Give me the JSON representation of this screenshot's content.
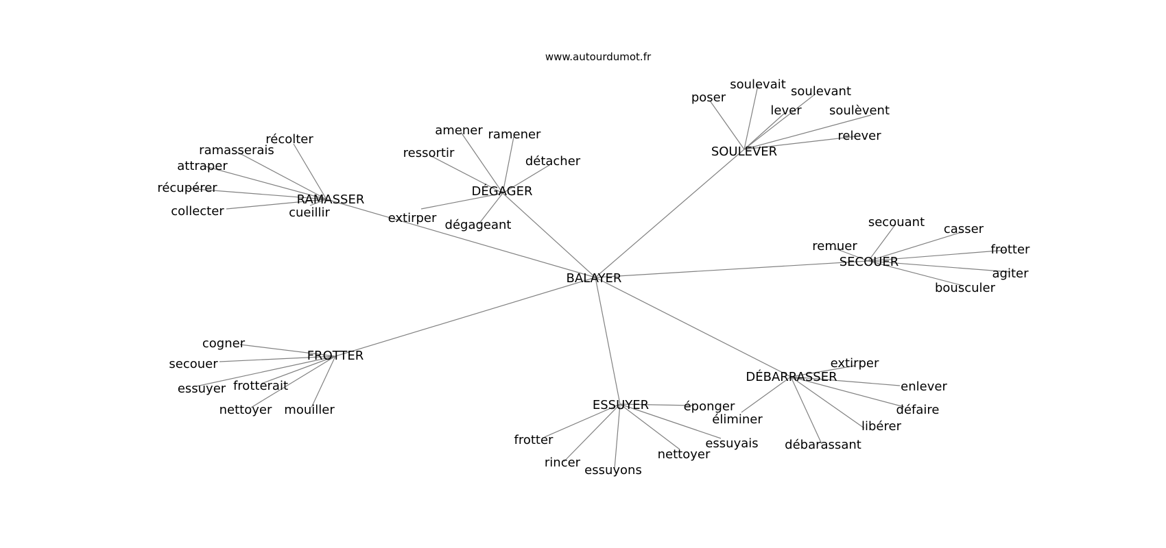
{
  "site": "www.autourdumot.fr",
  "root": "BALAYER",
  "groups": [
    {
      "hub": "RAMASSER",
      "words": [
        "récolter",
        "ramasserais",
        "attraper",
        "récupérer",
        "collecter",
        "cueillir"
      ]
    },
    {
      "hub": "DÉGAGER",
      "words": [
        "amener",
        "ramener",
        "ressortir",
        "détacher",
        "extirper",
        "dégageant"
      ]
    },
    {
      "hub": "SOULEVER",
      "words": [
        "poser",
        "soulevait",
        "soulevant",
        "lever",
        "soulèvent",
        "relever"
      ]
    },
    {
      "hub": "SECOUER",
      "words": [
        "secouant",
        "casser",
        "remuer",
        "frotter",
        "agiter",
        "bousculer"
      ]
    },
    {
      "hub": "FROTTER",
      "words": [
        "cogner",
        "secouer",
        "essuyer",
        "frotterait",
        "nettoyer",
        "mouiller"
      ]
    },
    {
      "hub": "ESSUYER",
      "words": [
        "éponger",
        "frotter",
        "rincer",
        "essuyons",
        "nettoyer",
        "essuyais"
      ]
    },
    {
      "hub": "DÉBARRASSER",
      "words": [
        "extirper",
        "enlever",
        "éliminer",
        "défaire",
        "libérer",
        "débarassant"
      ]
    }
  ]
}
